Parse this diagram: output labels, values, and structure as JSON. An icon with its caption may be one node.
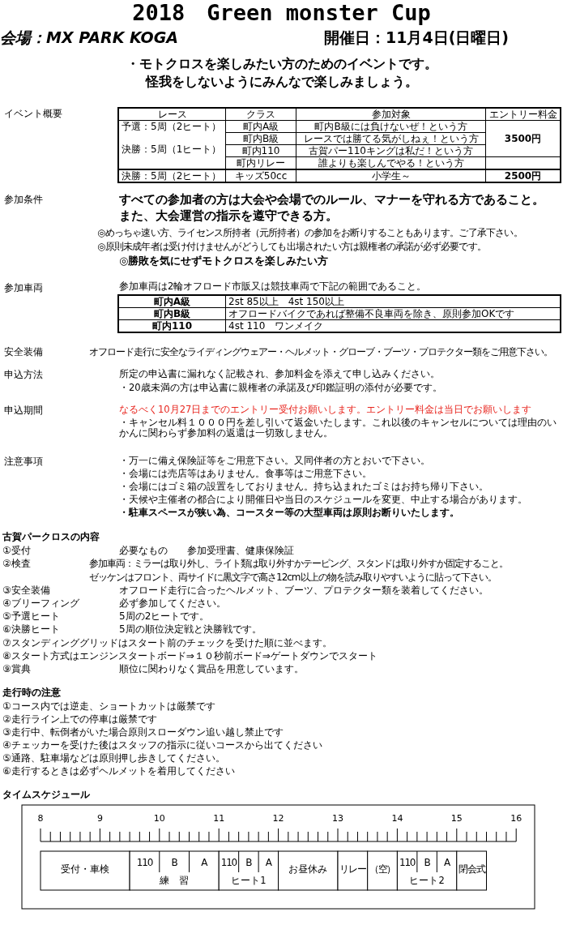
{
  "diagram": {
    "title": "2018　Green monster Cup",
    "labels": [
      "会場：MX PARK KOGA",
      "開催日：11月4日(日曜日)",
      "・モトクロスを楽しみたい方のためのイベントです。",
      "怪我をしないようにみんなで楽しみましょう。",
      "イベント概要",
      "レース",
      "クラス",
      "参加対象",
      "エントリー料金",
      "予選：5周（2ヒート）",
      "町内A級",
      "町内B級には負けないぜ！という方",
      "町内B級",
      "レースでは勝てる気がしねぇ！という方",
      "3500円",
      "決勝：5周（1ヒート）",
      "町内110",
      "古賀パー110キングは私だ！という方",
      "町内リレー",
      "誰よりも楽しんでやる！という方",
      "決勝：5周（2ヒート）",
      "キッズ50cc",
      "小学生～",
      "2500円",
      "参加条件",
      "すべての参加者の方は大会や会場でのルール、マナーを守れる方であること。",
      "また、大会運営の指示を遵守できる方。",
      "◎めっちゃ速い方、ライセンス所持者（元所持者）の参加をお断りすることもあります。ご了承下さい。",
      "◎原則未成年者は受け付けませんがどうしても出場されたい方は親権者の承諾が必ず必要です。",
      "◎勝敗を気にせずモトクロスを楽しみたい方",
      "参加車両",
      "参加車両は2輪オフロード市販又は競技車両で下記の範囲であること。",
      "町内A級",
      "2st 85以上　4st 150以上",
      "町内B級",
      "オフロードバイクであれば整備不良車両を除き、原則参加OKです",
      "町内110",
      "4st 110　ワンメイク",
      "安全装備",
      "オフロード走行に安全なライディングウェアー・ヘルメット・グローブ・ブーツ・プロテクター類をご用意下さい。",
      "申込方法",
      "所定の申込書に漏れなく記載され、参加料金を添えて申し込みください。",
      "・20歳未満の方は申込書に親権者の承諾及び印鑑証明の添付が必要です。",
      "申込期間",
      "なるべく10月27日までのエントリー受付お願いします。エントリー料金は当日でお願いします",
      "・キャンセル料１０００円を差し引いて返金いたします。これ以後のキャンセルについては理由のいかんに関わらず参加料の返還は一切致しません。",
      "注意事項",
      "・万一に備え保険証等をご用意下さい。又同伴者の方とおいで下さい。",
      "・会場には売店等はありません。食事等はご用意下さい。",
      "・会場にはゴミ箱の設置をしておりません。持ち込まれたゴミはお持ち帰り下さい。",
      "・天候や主催者の都合により開催日や当日のスケジュールを変更、中止する場合があります。",
      "・駐車スペースが狭い為、コースター等の大型車両は原則お断りいたします。",
      "古賀パークロスの内容",
      "①受付",
      "必要なもの　　参加受理書、健康保険証",
      "②検査",
      "参加車両：ミラーは取り外し、ライト類は取り外すかテーピング、スタンドは取り外すか固定すること。",
      "ゼッケンはフロント、両サイドに黒文字で高さ12cm以上の物を読み取りやすいように貼って下さい。",
      "③安全装備",
      "オフロード走行に合ったヘルメット、ブーツ、プロテクター類を装着してください。",
      "④ブリーフィング",
      "必ず参加してください。",
      "⑤予選ヒート",
      "5周の2ヒートです。",
      "⑥決勝ヒート",
      "5周の順位決定戦と決勝戦です。",
      "⑦スタンディンググリッドはスタート前のチェックを受けた順に並べます。",
      "⑧スタート方式はエンジンスタートボード⇒１０秒前ボード⇒ゲートダウンでスタート",
      "⑨賞典",
      "順位に関わりなく賞品を用意しています。",
      "走行時の注意",
      "①コース内では逆走、ショートカットは厳禁です",
      "②走行ライン上での停車は厳禁です",
      "③走行中、転倒者がいた場合原則スローダウン追い越し禁止です",
      "④チェッカーを受けた後はスタッフの指示に従いコースから出てください",
      "⑤通路、駐車場などは原則押し歩きしてください。",
      "⑥走行するときは必ずヘルメットを着用してください",
      "タイムスケジュール",
      "8",
      "9",
      "10",
      "11",
      "12",
      "13",
      "14",
      "15",
      "16",
      "受付・車検",
      "110",
      "B",
      "A",
      "練　習",
      "110",
      "B",
      "A",
      "ヒート1",
      "お昼休み",
      "リレー",
      "（空）",
      "110",
      "B",
      "A",
      "ヒート2",
      "閉会式"
    ]
  }
}
